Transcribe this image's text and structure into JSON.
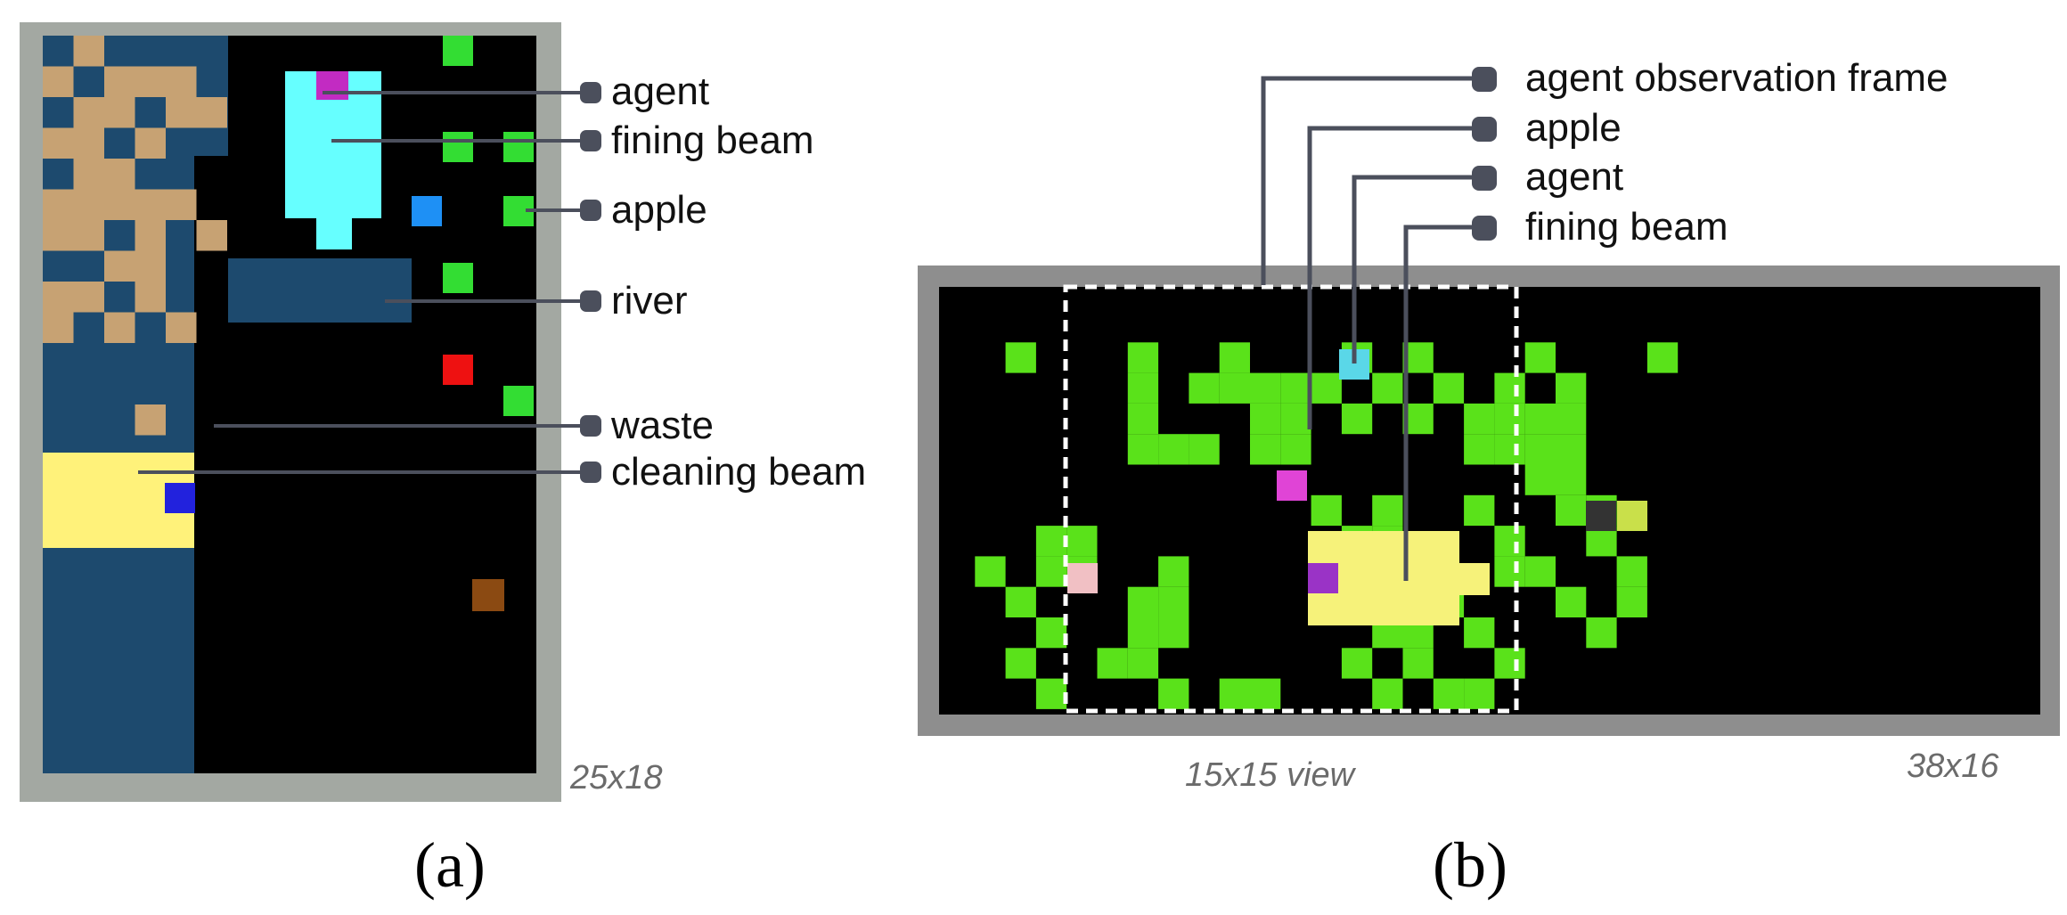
{
  "panel_a": {
    "caption": "(a)",
    "size_label": "25x18",
    "labels": {
      "agent": "agent",
      "firing_beam": "fining beam",
      "apple": "apple",
      "river": "river",
      "waste": "waste",
      "cleaning_beam": "cleaning beam"
    }
  },
  "panel_b": {
    "caption": "(b)",
    "view_label": "15x15 view",
    "size_label": "38x16",
    "labels": {
      "observation_frame": "agent observation frame",
      "apple": "apple",
      "agent": "agent",
      "firing_beam": "fining beam"
    }
  },
  "colors": {
    "river": "#1d4a6e",
    "sand": "#c7a273",
    "apple": "#33dd33",
    "firing_beam": "#66ffff",
    "cleaning_beam": "#fff27a",
    "agent_magenta": "#c22bc2",
    "agent_blue": "#2222dd",
    "agent_red": "#ee1111",
    "agent_lightblue": "#1e90f5",
    "agent_brown": "#8b4a12",
    "harvest_apple": "#5ae21a",
    "harvest_beam": "#f6f27a",
    "agent_pink": "#f1c0c4",
    "agent_purple": "#9a33c6",
    "agent_cyan": "#5ad7e8",
    "agent_hotpink": "#e044d6"
  }
}
